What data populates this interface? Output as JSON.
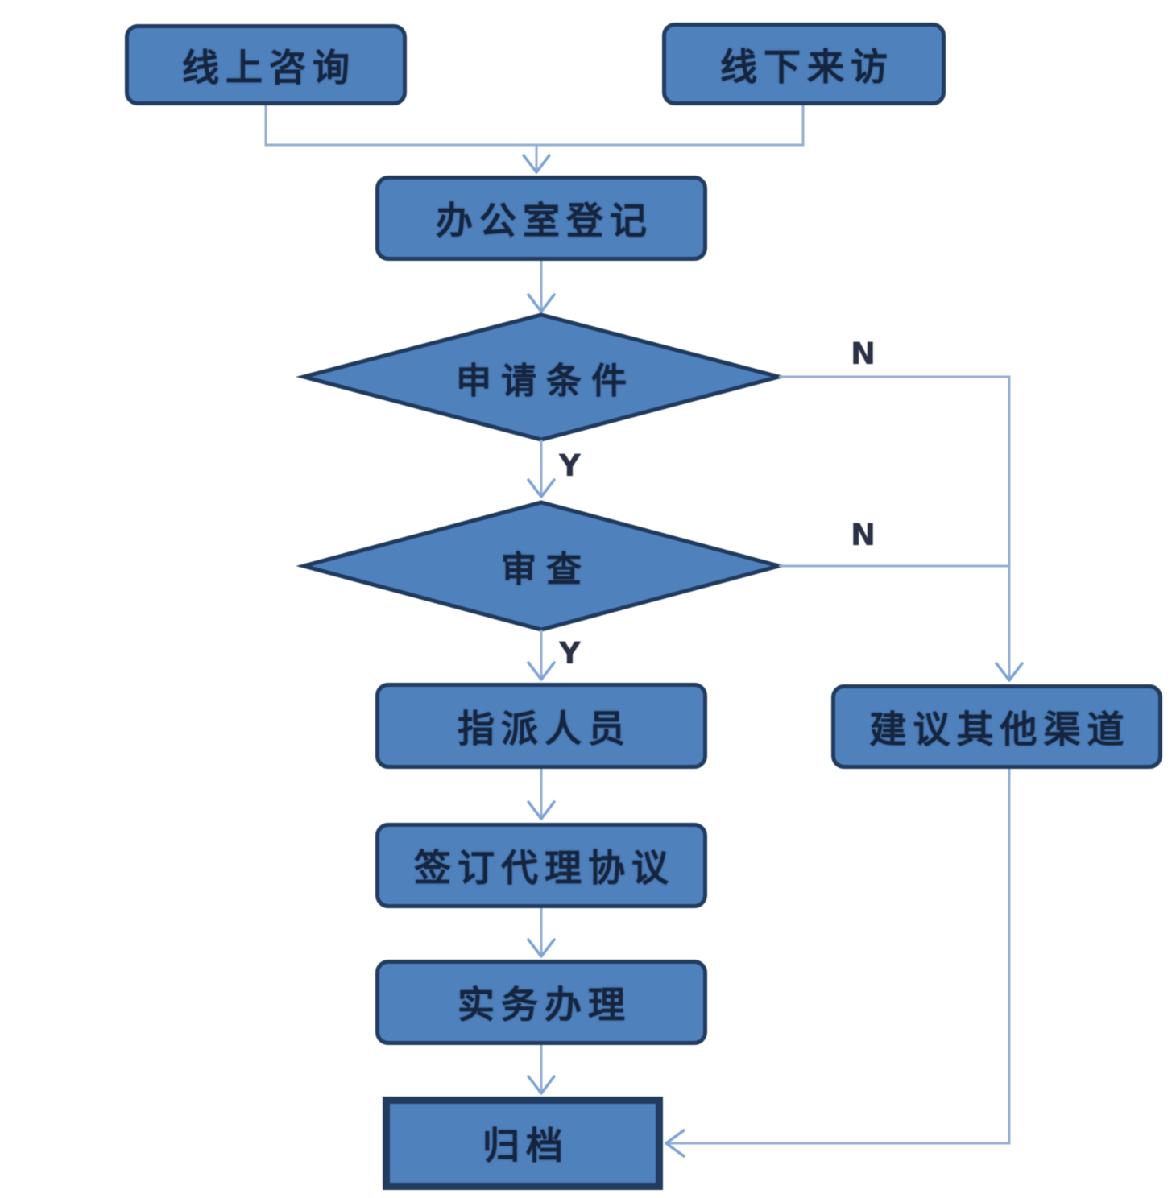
{
  "diagram": {
    "title": "service-intake-flowchart",
    "background": "#ffffff",
    "colors": {
      "node_fill": "#4f81bd",
      "node_border": "#223c60",
      "connector": "#94aed4",
      "arrowhead": "#7da2d4",
      "text": "#16253f",
      "branch_label_text": "#2a3146"
    },
    "nodes": {
      "online": {
        "label": "线上咨询",
        "type": "process"
      },
      "offline": {
        "label": "线下来访",
        "type": "process"
      },
      "register": {
        "label": "办公室登记",
        "type": "process"
      },
      "conditions": {
        "label": "申请条件",
        "type": "decision"
      },
      "review": {
        "label": "审查",
        "type": "decision"
      },
      "assign": {
        "label": "指派人员",
        "type": "process"
      },
      "agreement": {
        "label": "签订代理协议",
        "type": "process"
      },
      "handling": {
        "label": "实务办理",
        "type": "process"
      },
      "archive": {
        "label": "归档",
        "type": "terminal"
      },
      "other_channel": {
        "label": "建议其他渠道",
        "type": "process"
      }
    },
    "edge_labels": {
      "conditions_yes": "Y",
      "conditions_no": "N",
      "review_yes": "Y",
      "review_no": "N"
    }
  }
}
